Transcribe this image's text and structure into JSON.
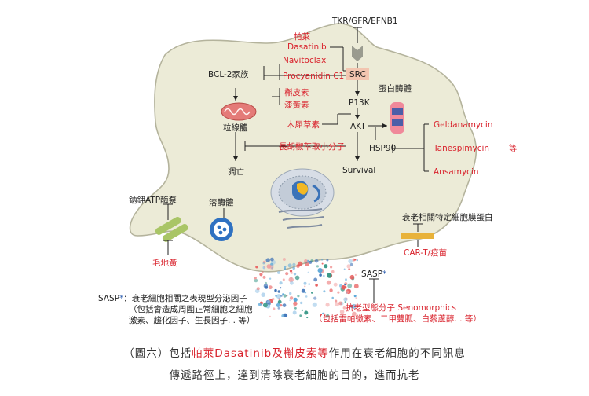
{
  "pathway": {
    "receptor": "TKR/GFR/EFNB1",
    "drug_top_zh": "帕萊",
    "drug_top_en": "Dasatinib",
    "src": "SRC",
    "pi3k": "P13K",
    "akt": "AKT",
    "hsp90": "HSP90",
    "survival": "Survival",
    "protease_body": "蛋白酶體",
    "bcl2": "BCL-2家族",
    "navitoclax": "Navitoclax",
    "procyanidin": "Procyanidin C1",
    "fisetin": "槲皮素",
    "quercetin": "漆黃素",
    "mito": "粒線體",
    "apoptosis": "凋亡",
    "lignan": "木犀草素",
    "piperlongumine": "長胡椒萃取小分子",
    "hsp90_inhibitors": [
      "Geldanamycin",
      "Tanespimycin",
      "Ansamycin"
    ],
    "deng": "等"
  },
  "membrane": {
    "pump": "鈉鉀ATP酶泵",
    "digoxin": "毛地黃",
    "lysosome": "溶酶體",
    "surface_protein": "衰老相關特定細胞膜蛋白",
    "car_t": "CAR-T/疫苗"
  },
  "sasp": {
    "label": "SASP",
    "star": "*",
    "definition_line1": "：衰老細胞相關之表現型分泌因子",
    "definition_line2": "（包括會造成周圍正常細胞之細胞",
    "definition_line3": "激素、趨化因子、生長因子. . 等）",
    "senomorphics_line1": "抗老型態分子 Senomorphics",
    "senomorphics_line2": "（包括雷帕黴素、二甲雙胍、白藜蘆醇. . 等）"
  },
  "caption": {
    "line1_pre": "（圖六）包括",
    "line1_hl": "帕萊Dasatinib及槲皮素等",
    "line1_post": "作用在衰老細胞的不同訊息",
    "line2": "傳遞路徑上，達到清除衰老細胞的目的，進而抗老"
  },
  "colors": {
    "accent": "#d9232d",
    "cell_fill": "#ecebd7",
    "cell_stroke": "#b4b39c",
    "star": "#2f5fb0"
  }
}
